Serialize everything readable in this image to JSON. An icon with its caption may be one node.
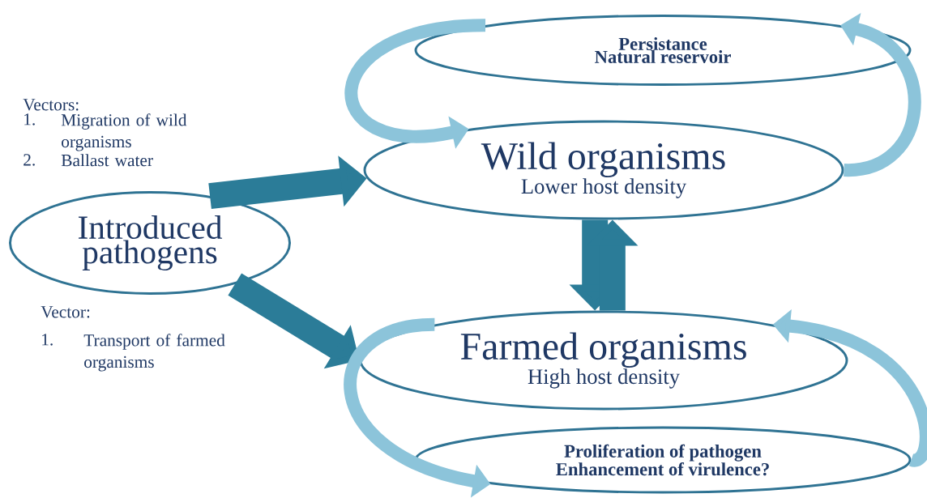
{
  "diagram": {
    "nodes": [
      {
        "text": [
          "Introduced pathogens"
        ]
      },
      {
        "text": [
          "Wild organisms",
          "Lower host density"
        ]
      },
      {
        "text": [
          "Persistance",
          "Natural reservoir"
        ]
      },
      {
        "text": [
          "Farmed organisms",
          "High host density"
        ]
      },
      {
        "text": [
          "Proliferation of pathogen",
          "Enhancement of virulence?"
        ]
      }
    ],
    "edges": [
      {
        "from": 0,
        "to": 1,
        "arrow": "to",
        "style": "thick",
        "color": "#2b7c98"
      },
      {
        "from": 0,
        "to": 3,
        "arrow": "to",
        "style": "thick",
        "color": "#2b7c98"
      },
      {
        "from": 1,
        "to": 3,
        "arrow": "to",
        "style": "thick",
        "color": "#2b7c98"
      },
      {
        "from": 3,
        "to": 1,
        "arrow": "to",
        "style": "thick",
        "color": "#2b7c98"
      },
      {
        "from": 2,
        "to": 1,
        "arrow": "to",
        "color": "#8cc4da"
      },
      {
        "from": 1,
        "to": 2,
        "arrow": "to",
        "color": "#8cc4da"
      },
      {
        "from": 3,
        "to": 4,
        "arrow": "to",
        "color": "#8cc4da"
      },
      {
        "from": 4,
        "to": 3,
        "arrow": "to",
        "color": "#8cc4da"
      }
    ],
    "labels": [
      "Vectors:",
      "1.",
      "Migration of wild organisms",
      "2.",
      "Ballast water",
      "Vector:",
      "1.",
      "Transport of farmed organisms"
    ]
  }
}
